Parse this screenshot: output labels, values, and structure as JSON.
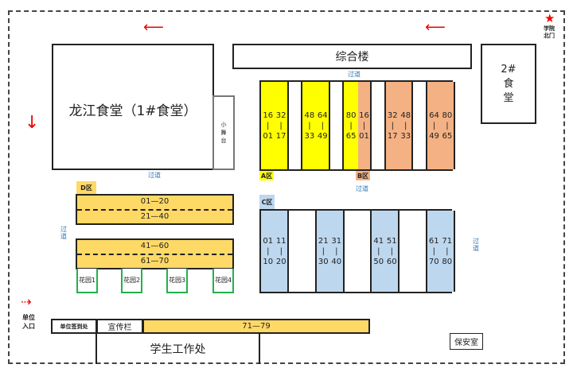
{
  "buildings": {
    "longjiang": "龙江食堂（1#食堂）",
    "stage": [
      "小",
      "舞",
      "台"
    ],
    "zonghe": "综合楼",
    "canteen2": [
      "2#",
      "食",
      "堂"
    ],
    "north_gate": [
      "学院",
      "北门"
    ],
    "entrance": [
      "单位",
      "入口"
    ],
    "checkin": "单位签到处",
    "bulletin": "宣传栏",
    "row_71_79": "71—79",
    "student_affairs": "学生工作处",
    "security": "保安室"
  },
  "aisle": "过道",
  "zones": {
    "a": "A区",
    "b": "B区",
    "c": "C区",
    "d": "D区"
  },
  "colors": {
    "a": "#ffff00",
    "b": "#f4b183",
    "c": "#bdd7ee",
    "d": "#ffd966",
    "aisle": "#2e75b6"
  },
  "ab_columns": [
    {
      "top": "16",
      "bottom": "01",
      "zone": "a"
    },
    {
      "top": "32",
      "bottom": "17",
      "zone": "a"
    },
    {
      "zone": "gap"
    },
    {
      "top": "48",
      "bottom": "33",
      "zone": "a"
    },
    {
      "top": "64",
      "bottom": "49",
      "zone": "a"
    },
    {
      "zone": "gap"
    },
    {
      "top": "80",
      "bottom": "65",
      "zone": "a"
    },
    {
      "top": "16",
      "bottom": "01",
      "zone": "b"
    },
    {
      "zone": "gap"
    },
    {
      "top": "32",
      "bottom": "17",
      "zone": "b"
    },
    {
      "top": "48",
      "bottom": "33",
      "zone": "b"
    },
    {
      "zone": "gap"
    },
    {
      "top": "64",
      "bottom": "49",
      "zone": "b"
    },
    {
      "top": "80",
      "bottom": "65",
      "zone": "b"
    }
  ],
  "c_columns": [
    {
      "top": "01",
      "bottom": "10",
      "zone": "c"
    },
    {
      "top": "11",
      "bottom": "20",
      "zone": "c"
    },
    {
      "zone": "gap"
    },
    {
      "top": "21",
      "bottom": "30",
      "zone": "c"
    },
    {
      "top": "31",
      "bottom": "40",
      "zone": "c"
    },
    {
      "zone": "gap"
    },
    {
      "top": "41",
      "bottom": "50",
      "zone": "c"
    },
    {
      "top": "51",
      "bottom": "60",
      "zone": "c"
    },
    {
      "zone": "gap"
    },
    {
      "top": "61",
      "bottom": "70",
      "zone": "c"
    },
    {
      "top": "71",
      "bottom": "80",
      "zone": "c"
    }
  ],
  "d_rows": [
    [
      "01—20",
      "21—40"
    ],
    [
      "41—60",
      "61—70"
    ]
  ],
  "gardens": [
    "花园1",
    "花园2",
    "花园3",
    "花园4"
  ]
}
